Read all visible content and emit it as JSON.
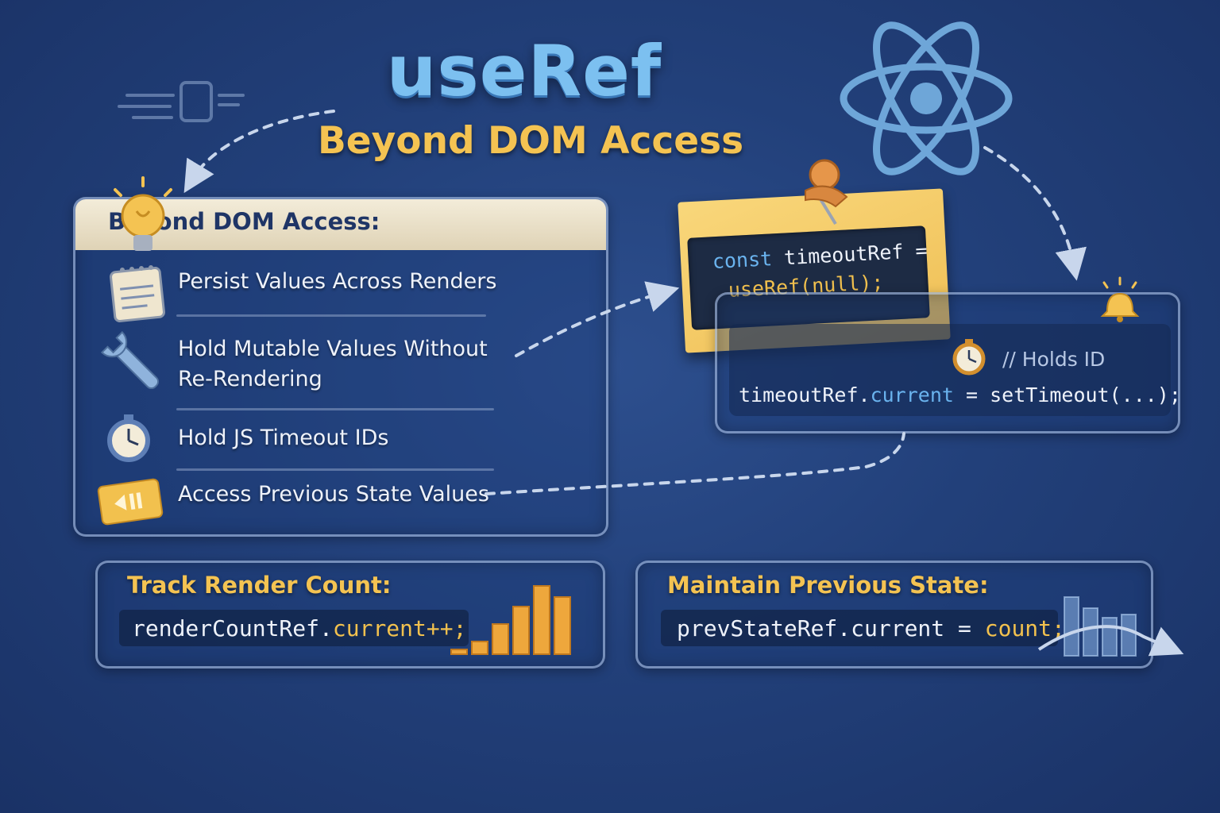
{
  "title": "useRef",
  "subtitle": "Beyond DOM Access",
  "left_panel": {
    "heading": "Beyond DOM Access:",
    "items": [
      {
        "label": "Persist Values Across Renders",
        "icon": "notepad-icon"
      },
      {
        "label_line1": "Hold Mutable Values Without",
        "label_line2": "Re-Rendering",
        "icon": "wrench-icon"
      },
      {
        "label": "Hold JS Timeout IDs",
        "icon": "stopwatch-icon"
      },
      {
        "label": "Access Previous State Values",
        "icon": "rewind-icon"
      }
    ]
  },
  "sticky_note": {
    "kw": "const",
    "var": " timeoutRef =",
    "fn": "useRef",
    "args": "(null);"
  },
  "timeout_panel": {
    "comment": "// Holds ID",
    "code_a": "timeoutRef.",
    "code_b": "current",
    "code_c": " = setTimeout(...);"
  },
  "render_count": {
    "title": "Track Render Count:",
    "code_a": "renderCountRef.",
    "code_b": "current++;"
  },
  "previous_state": {
    "title": "Maintain Previous State:",
    "code_a": "prevStateRef.current = ",
    "code_b": "count;"
  },
  "colors": {
    "background": "#22407a",
    "accent_blue": "#7cc0f0",
    "accent_yellow": "#f4c352",
    "note_yellow": "#f7d072",
    "code_bg": "#1d2b44"
  }
}
